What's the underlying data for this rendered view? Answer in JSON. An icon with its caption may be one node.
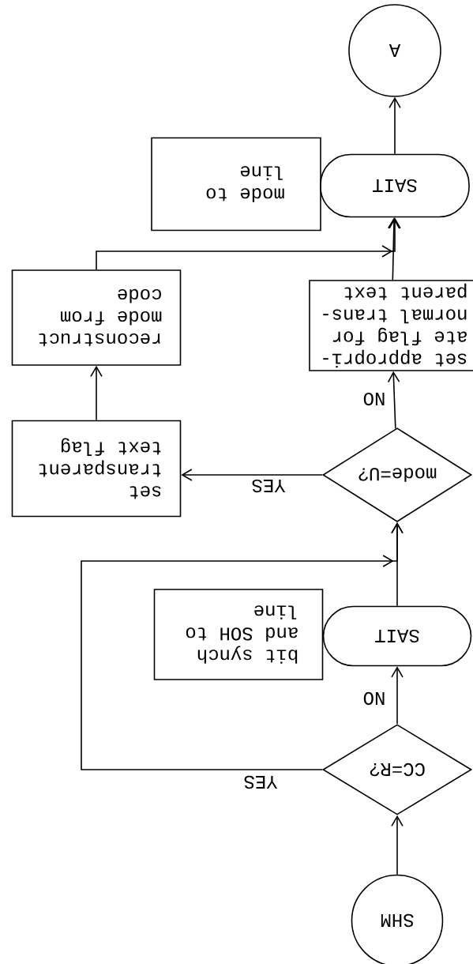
{
  "diagram": {
    "nodes": [
      {
        "text": [
          "SHM"
        ]
      },
      {
        "text": [
          "CC=R?"
        ]
      },
      {
        "text": [
          "SAIT"
        ]
      },
      {
        "text": [
          "bit synch and SOH to line"
        ]
      },
      {
        "text": [
          "mode=U?"
        ]
      },
      {
        "text": [
          "set transparent text flag"
        ]
      },
      {
        "text": [
          "reconstruct mode from code"
        ]
      },
      {
        "text": [
          "set appropri- ate flag for normal trans- parent text"
        ]
      },
      {
        "text": [
          "SAIT"
        ]
      },
      {
        "text": [
          "mode to line"
        ]
      },
      {
        "text": [
          "A"
        ]
      }
    ],
    "edges": [
      {
        "from": 0,
        "to": 1,
        "arrow": "to"
      },
      {
        "from": 1,
        "to": 2,
        "arrow": "to",
        "label": "NO"
      },
      {
        "from": 1,
        "to": 4,
        "arrow": "to",
        "label": "YES"
      },
      {
        "from": 2,
        "to": 4,
        "arrow": "to"
      },
      {
        "from": 4,
        "to": 7,
        "arrow": "to",
        "label": "NO"
      },
      {
        "from": 4,
        "to": 5,
        "arrow": "to",
        "label": "YES"
      },
      {
        "from": 5,
        "to": 6,
        "arrow": "to"
      },
      {
        "from": 6,
        "to": 8,
        "arrow": "to"
      },
      {
        "from": 7,
        "to": 8,
        "arrow": "to"
      },
      {
        "from": 8,
        "to": 10,
        "arrow": "to"
      }
    ]
  }
}
